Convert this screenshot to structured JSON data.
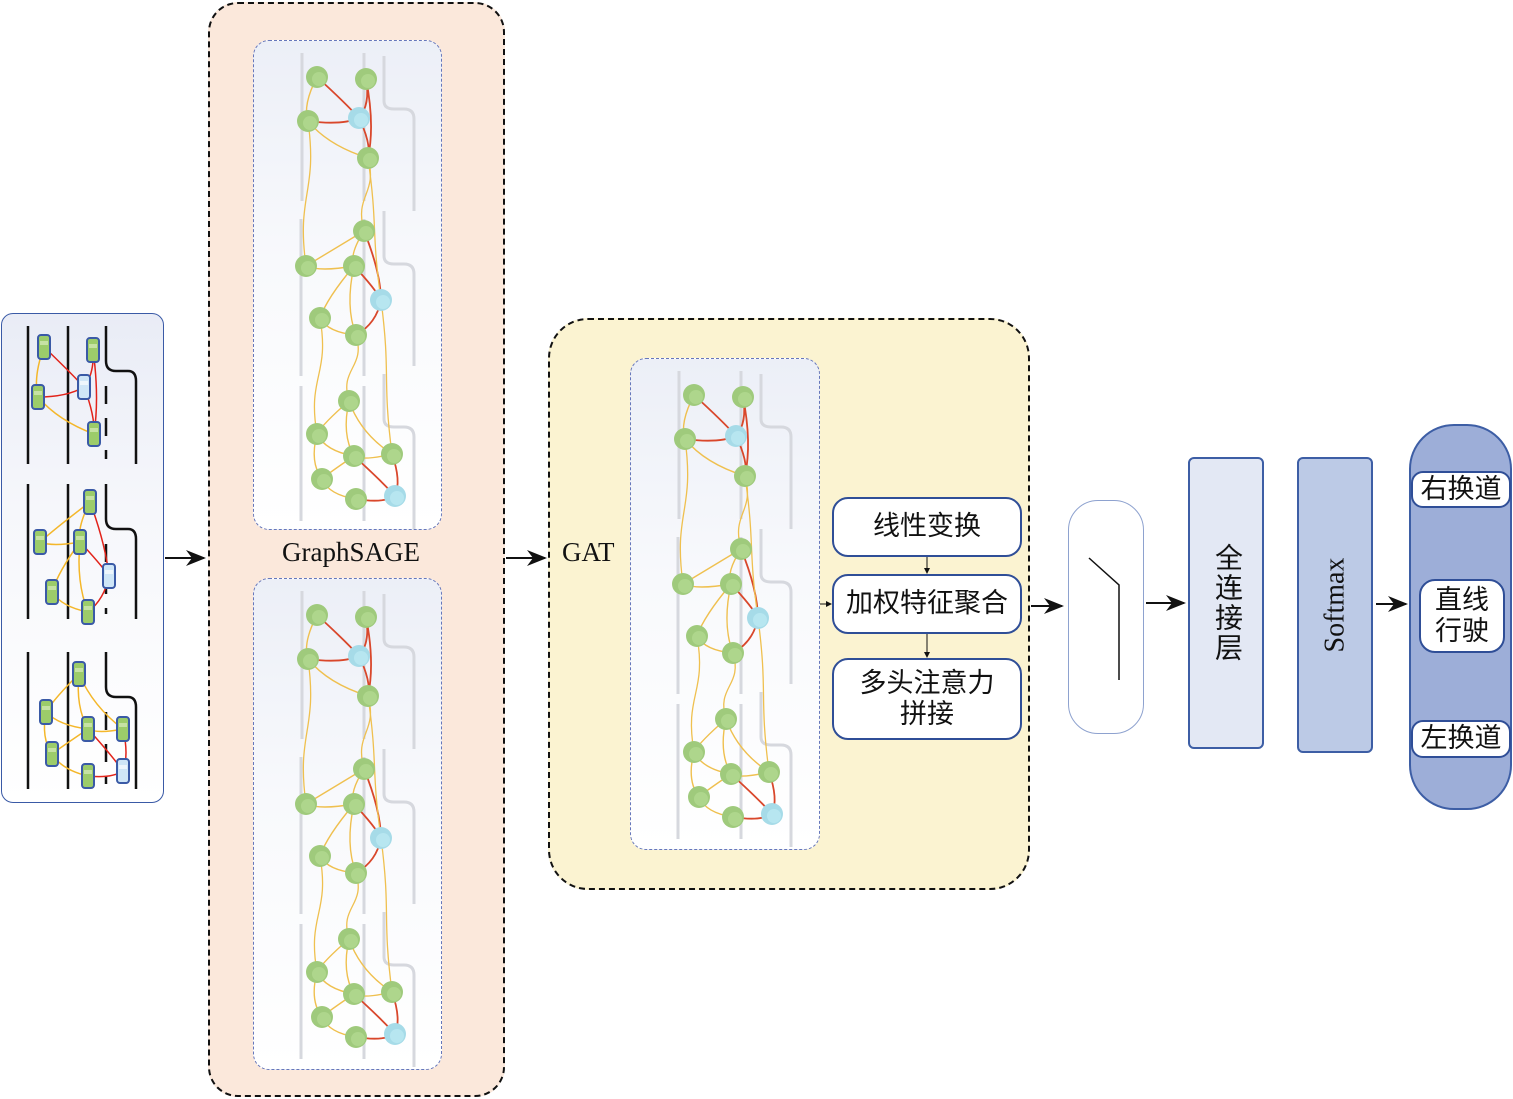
{
  "diagram": {
    "modules": {
      "graphsage": {
        "label": "GraphSAGE"
      },
      "gat": {
        "label": "GAT"
      }
    },
    "gat_steps": [
      {
        "label": "线性变换"
      },
      {
        "label": "加权特征聚合"
      },
      {
        "label": "多头注意力\n拼接",
        "line1": "多头注意力",
        "line2": "拼接"
      }
    ],
    "fully_connected": {
      "label": "全连接层"
    },
    "softmax": {
      "label": "Softmax"
    },
    "outputs": [
      {
        "label": "右换道"
      },
      {
        "label": "直线行驶",
        "line1": "直线",
        "line2": "行驶"
      },
      {
        "label": "左换道"
      }
    ],
    "activation_icon": "relu-icon",
    "colors": {
      "graphsage_bg": "#fbe8db",
      "gat_bg": "#fbf3d1",
      "node_green": "#9fca7c",
      "node_target": "#a6dbe8",
      "edge_strong": "#d9472b",
      "edge_weak": "#efc04f",
      "fc_bg": "#e3e8f4",
      "softmax_bg": "#bccae6",
      "output_bg": "#9daed8",
      "border_blue": "#2f4e97"
    }
  }
}
